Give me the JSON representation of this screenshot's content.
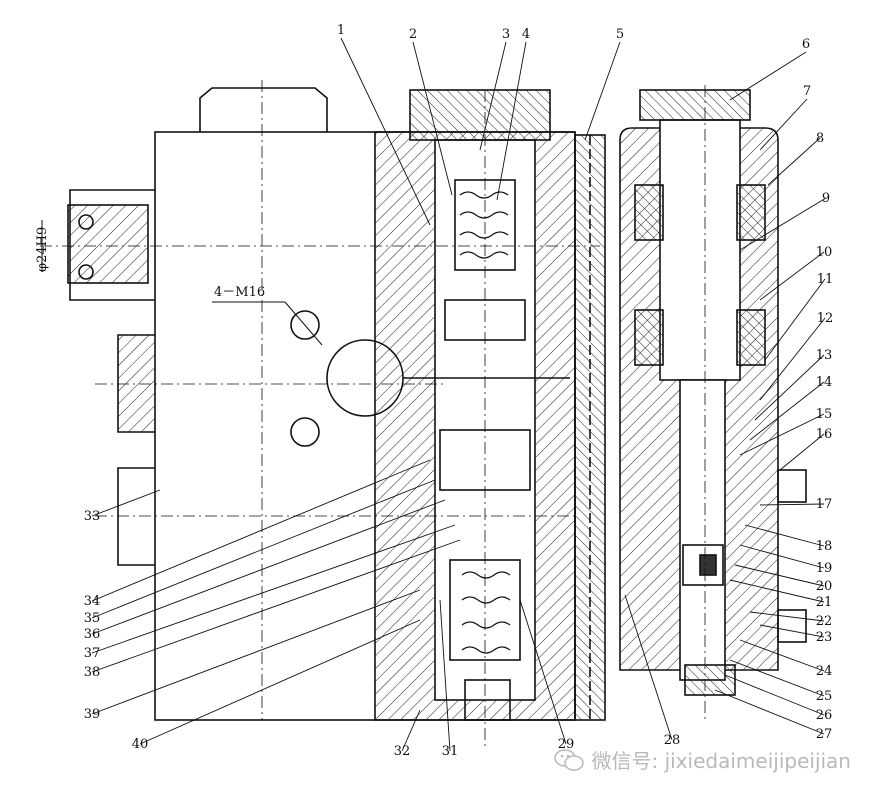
{
  "diagram": {
    "part_labels": [
      "1",
      "2",
      "3",
      "4",
      "5",
      "6",
      "7",
      "8",
      "9",
      "10",
      "11",
      "12",
      "13",
      "14",
      "15",
      "16",
      "17",
      "18",
      "19",
      "20",
      "21",
      "22",
      "23",
      "24",
      "25",
      "26",
      "27",
      "28",
      "29",
      "31",
      "32",
      "33",
      "34",
      "35",
      "36",
      "37",
      "38",
      "39",
      "40"
    ],
    "annotations": {
      "thread": "4－M16",
      "diameter": "φ24H9"
    }
  },
  "watermark": {
    "icon": "wechat-icon",
    "text": "微信号: jixiedaimeijipeijian"
  }
}
